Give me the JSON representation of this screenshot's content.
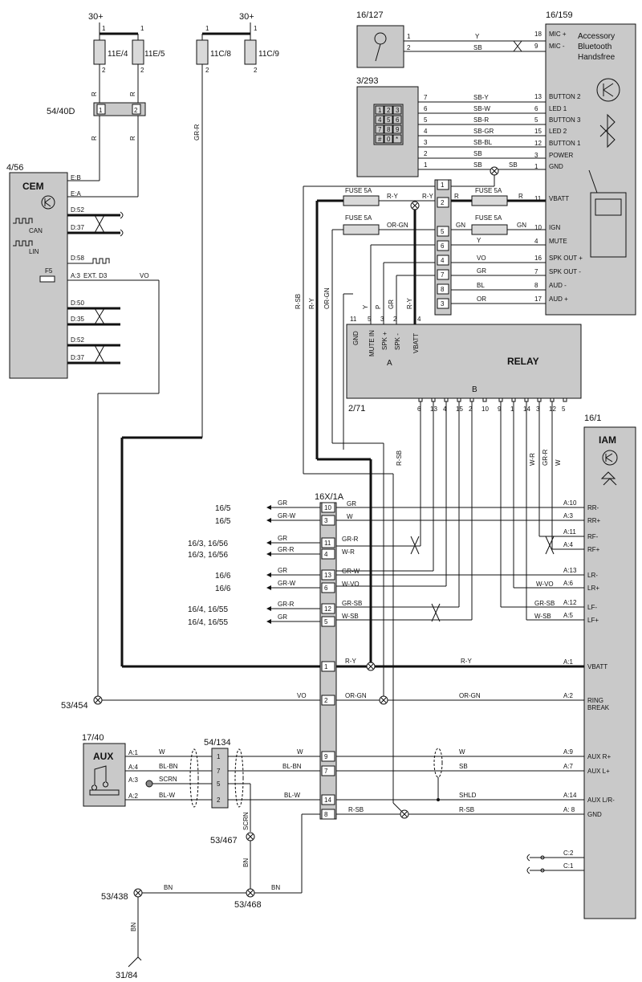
{
  "supply": {
    "label_30plus": "30+"
  },
  "fuses_top": [
    "11E/4",
    "11E/5",
    "11C/8",
    "11C/9"
  ],
  "connector_5440d": {
    "ref": "54/40D",
    "pins": [
      "1",
      "2"
    ]
  },
  "cem": {
    "ref": "4/56",
    "title": "CEM",
    "pins": [
      "E:B",
      "E:A",
      "D:52",
      "D:37",
      "D:58",
      "A:3",
      "D:50",
      "D:35",
      "D:52",
      "D:37"
    ],
    "labels": {
      "can": "CAN",
      "lin": "LIN",
      "f5": "F5",
      "ext": "EXT. D3"
    }
  },
  "mic": {
    "ref": "16/127"
  },
  "keypad": {
    "ref": "3/293",
    "keys": [
      "1",
      "2",
      "3",
      "4",
      "5",
      "6",
      "7",
      "8",
      "9",
      "#",
      "0",
      "*"
    ]
  },
  "bt": {
    "ref": "16/159",
    "title_lines": [
      "Accessory",
      "Bluetooth",
      "Handsfree"
    ],
    "pins": [
      {
        "n": "18",
        "name": "MIC +"
      },
      {
        "n": "9",
        "name": "MIC -"
      },
      {
        "n": "13",
        "name": "BUTTON 2"
      },
      {
        "n": "6",
        "name": "LED 1"
      },
      {
        "n": "5",
        "name": "BUTTON 3"
      },
      {
        "n": "15",
        "name": "LED 2"
      },
      {
        "n": "12",
        "name": "BUTTON 1"
      },
      {
        "n": "3",
        "name": "POWER"
      },
      {
        "n": "1",
        "name": "GND"
      },
      {
        "n": "11",
        "name": "VBATT"
      },
      {
        "n": "10",
        "name": "IGN"
      },
      {
        "n": "4",
        "name": "MUTE"
      },
      {
        "n": "16",
        "name": "SPK OUT +"
      },
      {
        "n": "7",
        "name": "SPK OUT -"
      },
      {
        "n": "8",
        "name": "AUD -"
      },
      {
        "n": "17",
        "name": "AUD +"
      }
    ]
  },
  "fuse_label": "FUSE 5A",
  "mid_connector_pins": [
    "1",
    "2",
    "5",
    "6",
    "4",
    "7",
    "8",
    "3"
  ],
  "relay": {
    "ref": "2/71",
    "title": "RELAY",
    "side_a": "A",
    "side_b": "B",
    "top_pins": [
      {
        "n": "11",
        "name": "GND"
      },
      {
        "n": "5",
        "name": "MUTE IN"
      },
      {
        "n": "3",
        "name": "SPK +"
      },
      {
        "n": "2",
        "name": "SPK -"
      },
      {
        "n": "4",
        "name": "VBATT"
      }
    ],
    "bottom_pins": [
      "6",
      "13",
      "4",
      "15",
      "2",
      "10",
      "9",
      "1",
      "14",
      "3",
      "12",
      "5"
    ]
  },
  "iam": {
    "ref": "16/1",
    "title": "IAM",
    "pins": [
      {
        "n": "A:10",
        "name": "RR-"
      },
      {
        "n": "A:3",
        "name": "RR+"
      },
      {
        "n": "A:11",
        "name": "RF-"
      },
      {
        "n": "A:4",
        "name": "RF+"
      },
      {
        "n": "A:13",
        "name": "LR-"
      },
      {
        "n": "A:6",
        "name": "LR+"
      },
      {
        "n": "A:12",
        "name": "LF-"
      },
      {
        "n": "A:5",
        "name": "LF+"
      },
      {
        "n": "A:1",
        "name": "VBATT"
      },
      {
        "n": "A:2",
        "name": "RING"
      },
      {
        "n": "A:9",
        "name": "AUX R+"
      },
      {
        "n": "A:7",
        "name": "AUX L+"
      },
      {
        "n": "A:14",
        "name": "AUX L/R-"
      },
      {
        "n": "A: 8",
        "name": "GND"
      },
      {
        "n": "C:2",
        "name": ""
      },
      {
        "n": "C:1",
        "name": ""
      }
    ],
    "ring_break": "BREAK"
  },
  "conn16x1a": {
    "ref": "16X/1A",
    "pins": [
      "10",
      "3",
      "11",
      "4",
      "13",
      "6",
      "12",
      "5",
      "1",
      "2",
      "9",
      "7",
      "14",
      "8"
    ]
  },
  "speaker_refs": [
    "16/5",
    "16/5",
    "16/3, 16/56",
    "16/3, 16/56",
    "16/6",
    "16/6",
    "16/4, 16/55",
    "16/4, 16/55"
  ],
  "aux": {
    "ref": "17/40",
    "title": "AUX",
    "pins": [
      "A:1",
      "A:4",
      "A:3",
      "A:2"
    ]
  },
  "conn54134": {
    "ref": "54/134",
    "pins": [
      "1",
      "7",
      "5",
      "2"
    ]
  },
  "splices": {
    "s53454": "53/454",
    "s53467": "53/467",
    "s53438": "53/438",
    "s53468": "53/468",
    "g3184": "31/84"
  },
  "wires": {
    "R": "R",
    "GRR": "GR-R",
    "Y": "Y",
    "SB": "SB",
    "SBY": "SB-Y",
    "SBW": "SB-W",
    "SBR": "SB-R",
    "SBGR": "SB-GR",
    "SBBL": "SB-BL",
    "RY": "R-Y",
    "ORGN": "OR-GN",
    "GN": "GN",
    "VO": "VO",
    "GR": "GR",
    "BL": "BL",
    "OR": "OR",
    "RSB": "R-SB",
    "P": "P",
    "GRW": "GR-W",
    "W": "W",
    "WR": "W-R",
    "WVO": "W-VO",
    "GRSB": "GR-SB",
    "WSB": "W-SB",
    "BLBN": "BL-BN",
    "SCRN": "SCRN",
    "BLW": "BL-W",
    "SHLD": "SHLD",
    "BN": "BN"
  }
}
